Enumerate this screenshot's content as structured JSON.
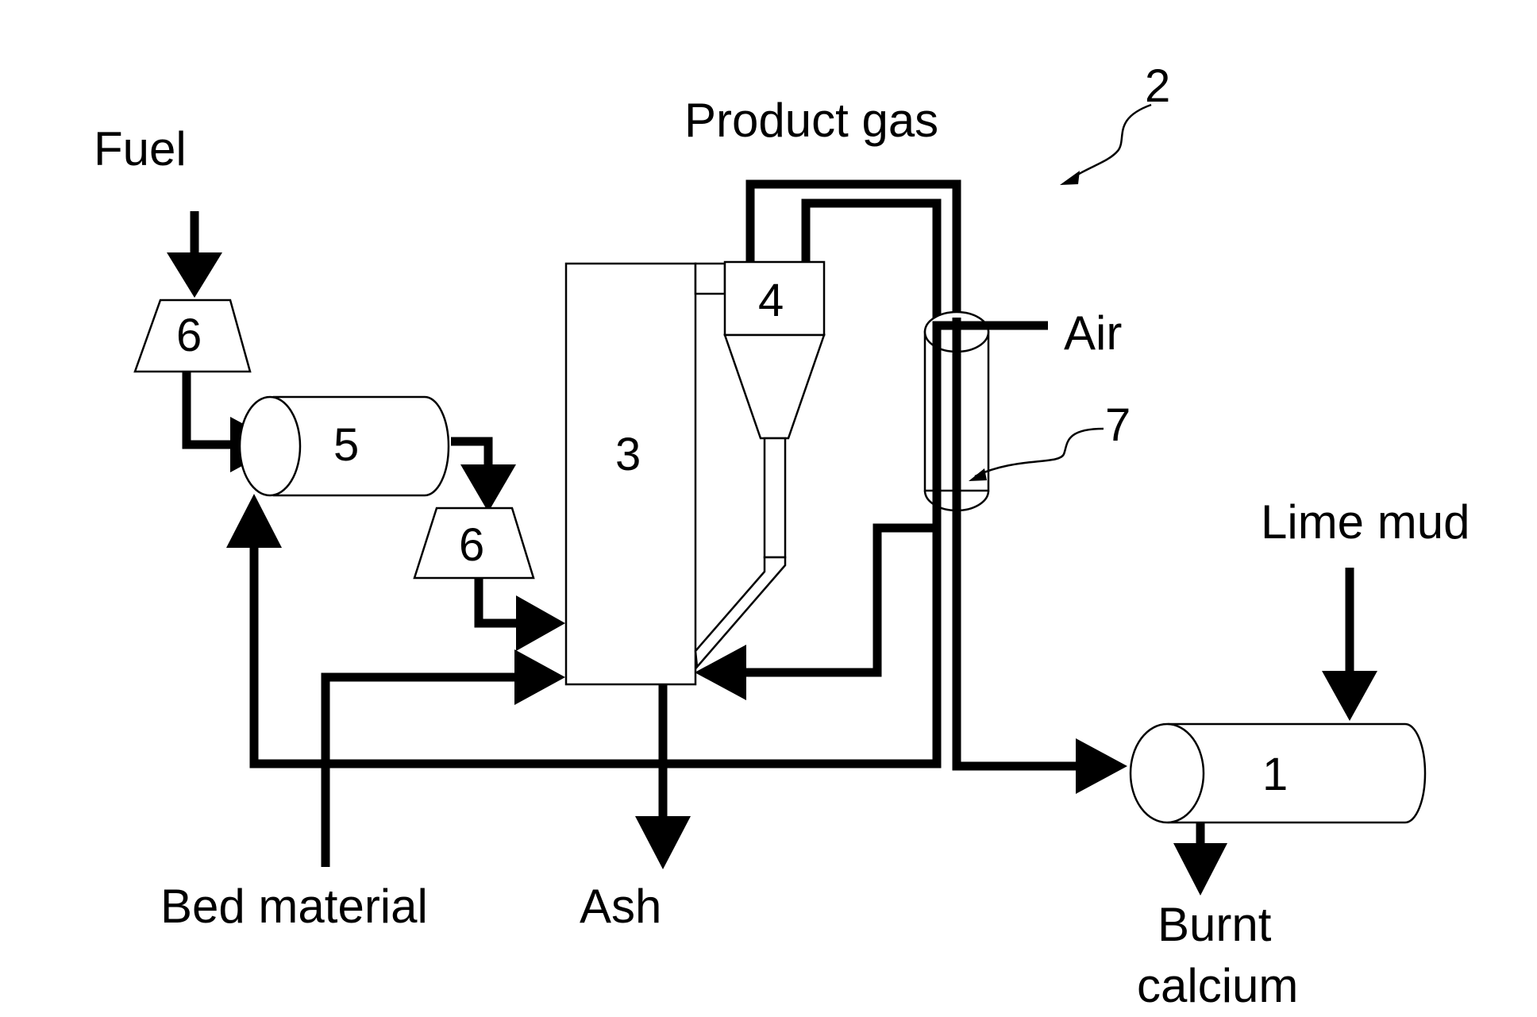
{
  "labels": {
    "fuel": "Fuel",
    "product_gas": "Product gas",
    "air": "Air",
    "lime_mud": "Lime mud",
    "bed_material": "Bed material",
    "ash": "Ash",
    "burnt_calcium_line1": "Burnt",
    "burnt_calcium_line2": "calcium"
  },
  "numbers": {
    "kiln": "1",
    "system": "2",
    "gasifier": "3",
    "cyclone": "4",
    "dryer": "5",
    "feeder_top": "6",
    "feeder_bottom": "6",
    "heat_exchanger": "7"
  }
}
